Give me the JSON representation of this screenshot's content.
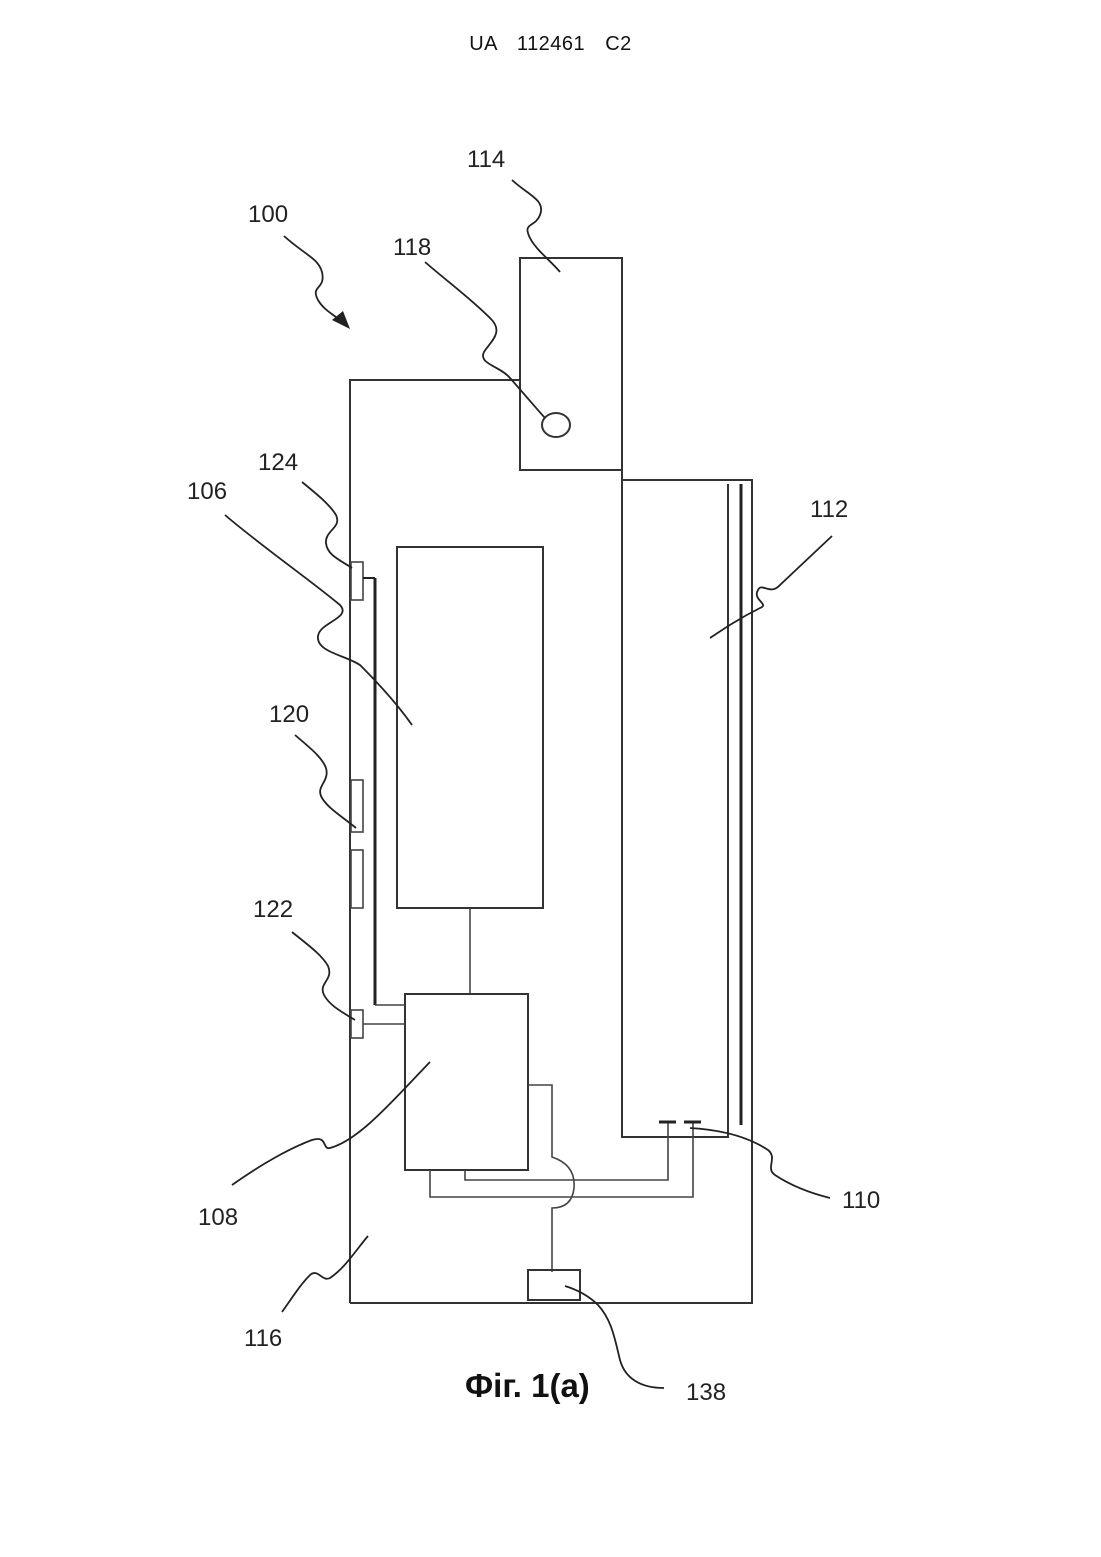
{
  "header": {
    "text": "UA   112461   C2"
  },
  "figure": {
    "caption": "Фіг. 1(а)",
    "references": {
      "r100": "100",
      "r106": "106",
      "r108": "108",
      "r110": "110",
      "r112": "112",
      "r114": "114",
      "r116": "116",
      "r118": "118",
      "r120": "120",
      "r122": "122",
      "r124": "124",
      "r138": "138"
    }
  }
}
